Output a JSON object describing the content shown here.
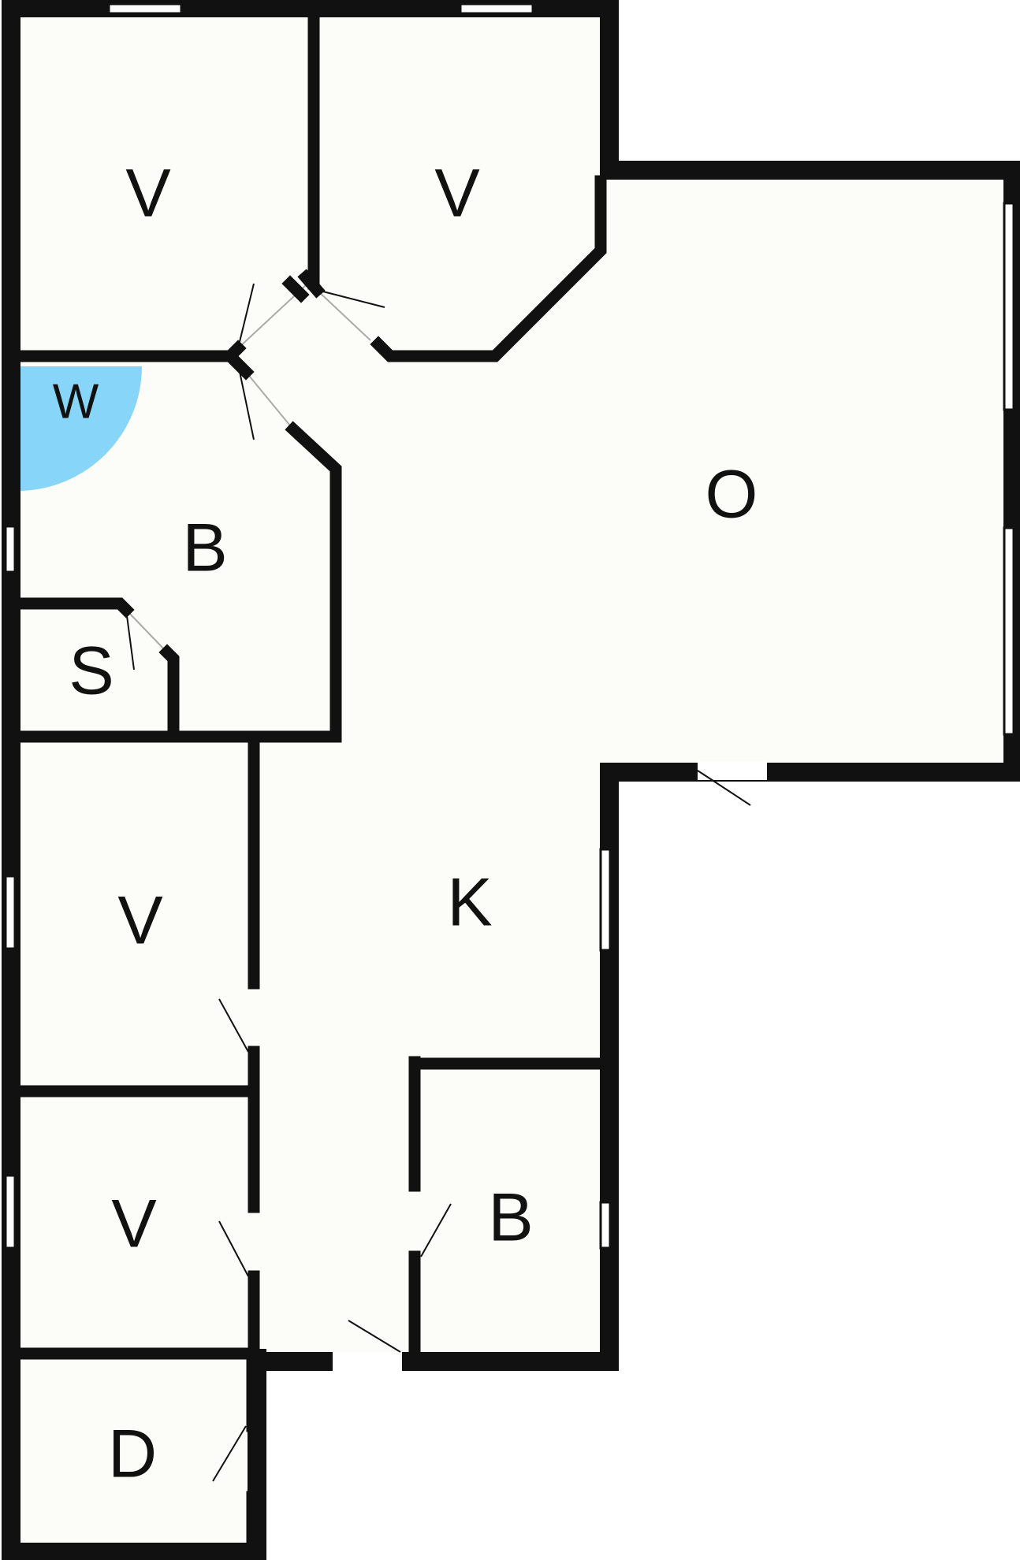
{
  "colors": {
    "floor": "#fcfdf8",
    "wall": "#111111",
    "wardrobe": "#87d6fa",
    "window": "#ffffff"
  },
  "rooms": [
    {
      "key": "v1",
      "label": "V"
    },
    {
      "key": "v2",
      "label": "V"
    },
    {
      "key": "w",
      "label": "W"
    },
    {
      "key": "b1",
      "label": "B"
    },
    {
      "key": "s",
      "label": "S"
    },
    {
      "key": "o",
      "label": "O"
    },
    {
      "key": "k",
      "label": "K"
    },
    {
      "key": "v3",
      "label": "V"
    },
    {
      "key": "v4",
      "label": "V"
    },
    {
      "key": "b2",
      "label": "B"
    },
    {
      "key": "d",
      "label": "D"
    }
  ]
}
